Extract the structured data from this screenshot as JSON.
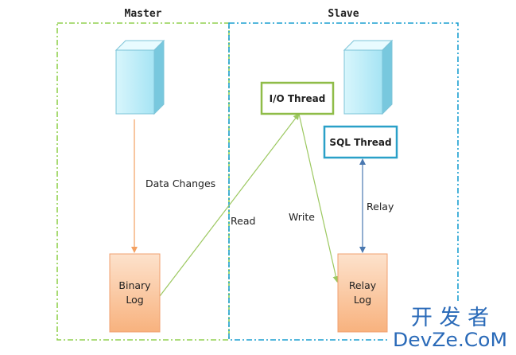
{
  "regions": {
    "master_label": "Master",
    "slave_label": "Slave"
  },
  "nodes": {
    "binary_log": {
      "line1": "Binary",
      "line2": "Log"
    },
    "relay_log": {
      "line1": "Relay",
      "line2": "Log"
    },
    "io_thread": "I/O Thread",
    "sql_thread": "SQL Thread"
  },
  "edges": {
    "data_changes": "Data Changes",
    "read": "Read",
    "write": "Write",
    "relay": "Relay"
  },
  "watermark": {
    "line1": "开 发 者",
    "line2": "DevZe.CoM"
  },
  "colors": {
    "master_border": "#92d050",
    "slave_border": "#1c9fd0",
    "server_face": "#b9ecf8",
    "server_side": "#73c6dc",
    "log_fill": "#fbc49a",
    "log_border": "#f0a070",
    "io_border": "#8fbc48",
    "sql_border": "#2aa0c8",
    "arrow_orange": "#f4a060",
    "arrow_green": "#9cc860",
    "arrow_blue": "#4a78b0",
    "watermark": "#2a6ab8"
  }
}
